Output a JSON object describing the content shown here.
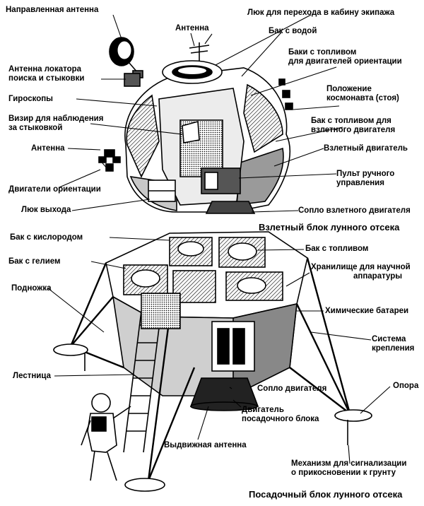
{
  "colors": {
    "ink": "#000000",
    "paper": "#ffffff",
    "shade": "#7a7a7a",
    "mid": "#b4b4b4"
  },
  "ascent_stage": {
    "caption": "Взлетный блок лунного отсека",
    "labels": {
      "directional_antenna": "Направленная антенна",
      "antenna_top": "Антенна",
      "hatch_to_cabin": "Люк для перехода в кабину экипажа",
      "water_tank": "Бак с водой",
      "rcs_fuel_tanks": [
        "Баки с топливом",
        "для двигателей ориентации"
      ],
      "radar_antenna": [
        "Антенна локатора",
        "поиска и стыковки"
      ],
      "gyroscopes": "Гироскопы",
      "astronaut_position": [
        "Положение",
        "космонавта (стоя)"
      ],
      "docking_sight": [
        "Визир для наблюдения",
        "за стыковкой"
      ],
      "ascent_fuel_tank": [
        "Бак с топливом для",
        "взлетного двигателя"
      ],
      "antenna_left": "Антенна",
      "ascent_engine": "Взлетный двигатель",
      "rcs_thrusters": "Двигатели ориентации",
      "manual_control_panel": [
        "Пульт ручного",
        "управления"
      ],
      "exit_hatch": "Люк выхода",
      "ascent_nozzle": "Сопло взлетного двигателя"
    }
  },
  "descent_stage": {
    "caption": "Посадочный блок лунного отсека",
    "labels": {
      "oxygen_tank": "Бак с кислородом",
      "fuel_tank": "Бак с топливом",
      "helium_tank": "Бак с гелием",
      "science_storage": [
        "Хранилище для научной",
        "аппаратуры"
      ],
      "footpad": "Подножка",
      "batteries": "Химические батареи",
      "attachment_system": [
        "Система",
        "крепления"
      ],
      "ladder": "Лестница",
      "strut": "Опора",
      "engine_nozzle": "Сопло двигателя",
      "descent_engine": [
        "Двигатель",
        "посадочного блока"
      ],
      "deployable_antenna": "Выдвижная антенна",
      "contact_sensor": [
        "Механизм для сигнализации",
        "о прикосновении к грунту"
      ]
    }
  }
}
